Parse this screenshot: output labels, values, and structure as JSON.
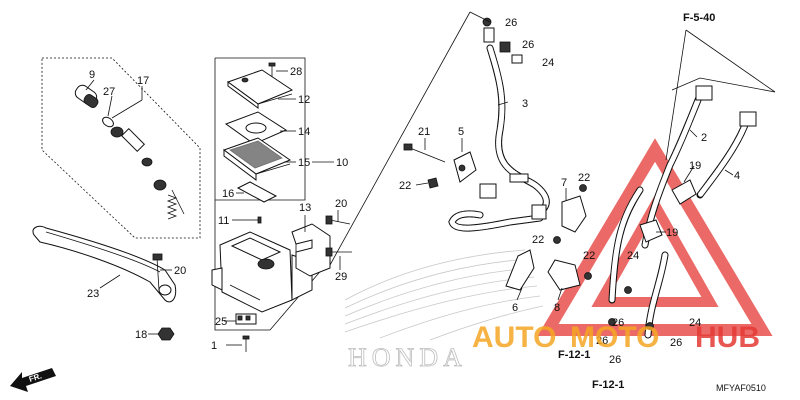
{
  "diagram": {
    "code": "MFYAF0510",
    "fr_label": "FR.",
    "refs": {
      "f540": "F-5-40",
      "f121a": "F-12-1",
      "f121b": "F-12-1"
    },
    "brand_mark": "HONDA",
    "watermark": {
      "part1": "AUTO",
      "part2": "MOTO",
      "part3": "HUB",
      "color_orange": "#f5a623",
      "color_red": "#e53935"
    },
    "callouts": [
      {
        "id": "c9",
        "label": "9"
      },
      {
        "id": "c27",
        "label": "27"
      },
      {
        "id": "c17",
        "label": "17"
      },
      {
        "id": "c28",
        "label": "28"
      },
      {
        "id": "c12",
        "label": "12"
      },
      {
        "id": "c14",
        "label": "14"
      },
      {
        "id": "c15",
        "label": "15"
      },
      {
        "id": "c10",
        "label": "10"
      },
      {
        "id": "c16",
        "label": "16"
      },
      {
        "id": "c11",
        "label": "11"
      },
      {
        "id": "c13",
        "label": "13"
      },
      {
        "id": "c20a",
        "label": "20"
      },
      {
        "id": "c20b",
        "label": "20"
      },
      {
        "id": "c23",
        "label": "23"
      },
      {
        "id": "c18",
        "label": "18"
      },
      {
        "id": "c25",
        "label": "25"
      },
      {
        "id": "c1",
        "label": "1"
      },
      {
        "id": "c29",
        "label": "29"
      },
      {
        "id": "c26a",
        "label": "26"
      },
      {
        "id": "c26b",
        "label": "26"
      },
      {
        "id": "c24a",
        "label": "24"
      },
      {
        "id": "c3",
        "label": "3"
      },
      {
        "id": "c21",
        "label": "21"
      },
      {
        "id": "c5",
        "label": "5"
      },
      {
        "id": "c22a",
        "label": "22"
      },
      {
        "id": "c7",
        "label": "7"
      },
      {
        "id": "c22b",
        "label": "22"
      },
      {
        "id": "c22c",
        "label": "22"
      },
      {
        "id": "c22d",
        "label": "22"
      },
      {
        "id": "c6",
        "label": "6"
      },
      {
        "id": "c8",
        "label": "8"
      },
      {
        "id": "c2",
        "label": "2"
      },
      {
        "id": "c19a",
        "label": "19"
      },
      {
        "id": "c4",
        "label": "4"
      },
      {
        "id": "c19b",
        "label": "19"
      },
      {
        "id": "c24b",
        "label": "24"
      },
      {
        "id": "c24c",
        "label": "24"
      },
      {
        "id": "c26c",
        "label": "26"
      },
      {
        "id": "c26d",
        "label": "26"
      },
      {
        "id": "c26e",
        "label": "26"
      },
      {
        "id": "c26f",
        "label": "26"
      }
    ]
  }
}
